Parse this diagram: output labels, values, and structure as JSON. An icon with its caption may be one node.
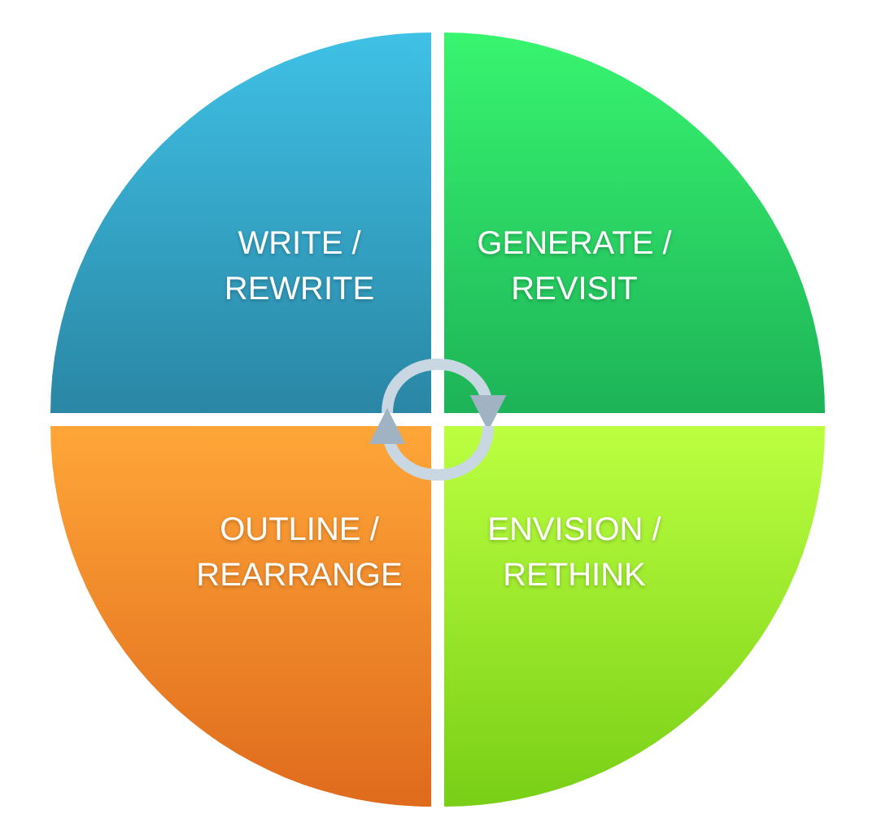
{
  "diagram": {
    "nodes": [
      {
        "text": [
          "WRITE / REWRITE"
        ]
      },
      {
        "text": [
          "GENERATE / REVISIT"
        ]
      },
      {
        "text": [
          "ENVISION / RETHINK"
        ]
      },
      {
        "text": [
          "OUTLINE / REARRANGE"
        ]
      }
    ],
    "edges": [
      {
        "from": 0,
        "to": 1,
        "arrow": "to"
      },
      {
        "from": 2,
        "to": 3,
        "arrow": "to"
      }
    ]
  }
}
